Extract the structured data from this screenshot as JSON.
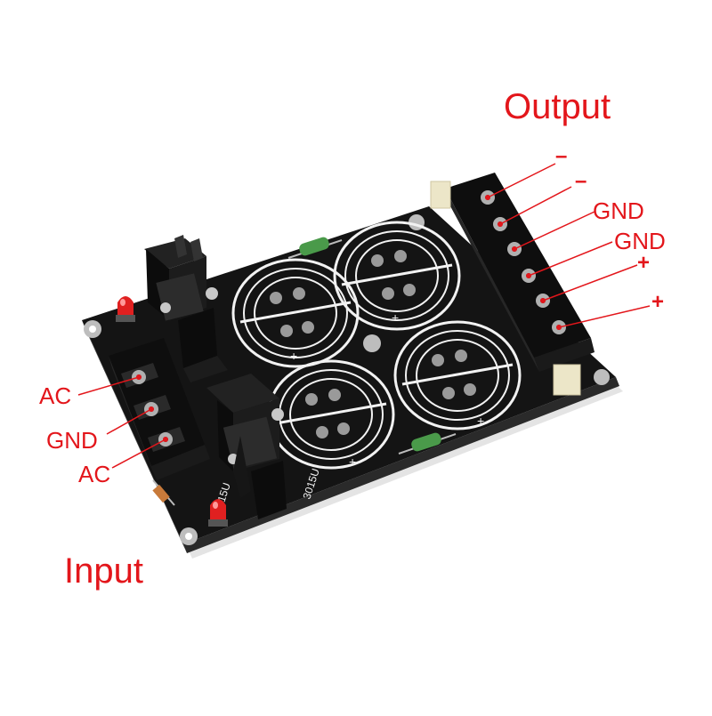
{
  "headings": {
    "output": "Output",
    "input": "Input"
  },
  "output_terminals": [
    "–",
    "–",
    "GND",
    "GND",
    "+",
    "+"
  ],
  "input_terminals": [
    "AC",
    "GND",
    "AC"
  ],
  "board_markings": {
    "silk_label_a": "3015U",
    "silk_label_b": "3015U",
    "cap_polarity": "+"
  },
  "colors": {
    "label_red": "#e3161b",
    "pcb": "#141414",
    "silkscreen": "#f2f2f2",
    "terminal_block": "#0e0e0e",
    "pad_metal": "#9a9a9a"
  }
}
